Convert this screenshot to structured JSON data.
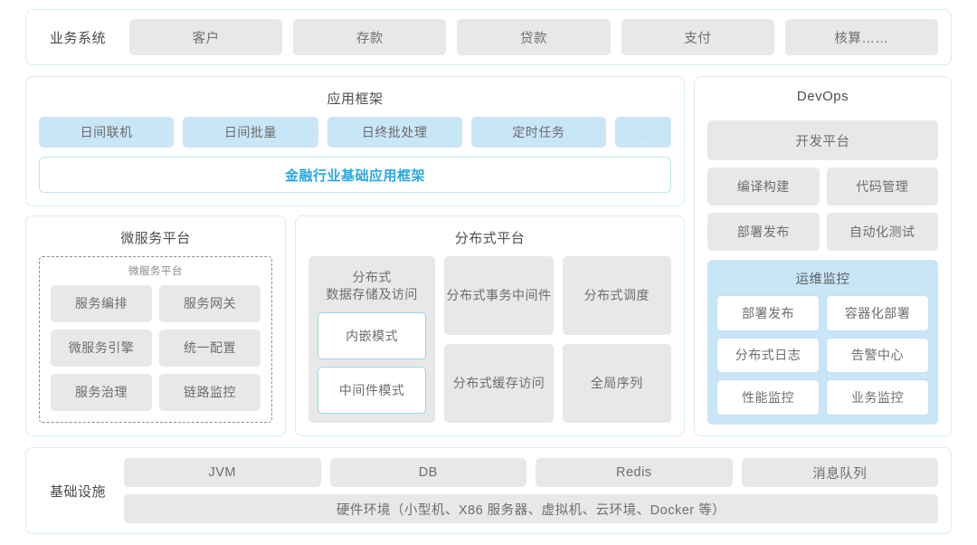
{
  "business_row": {
    "label": "业务系统",
    "items": [
      "客户",
      "存款",
      "贷款",
      "支付",
      "核算……"
    ]
  },
  "app_framework": {
    "title": "应用框架",
    "chips": [
      "日间联机",
      "日间批量",
      "日终批处理",
      "定时任务",
      "..."
    ],
    "banner": "金融行业基础应用框架",
    "banner_color": "#29a8e0"
  },
  "microservice_platform": {
    "title": "微服务平台",
    "inner_title": "微服务平台",
    "tiles": [
      "服务编排",
      "服务网关",
      "微服务引擎",
      "统一配置",
      "服务治理",
      "链路监控"
    ]
  },
  "distributed_platform": {
    "title": "分布式平台",
    "column_a": {
      "title": "分布式\n数据存储及访问",
      "title_line1": "分布式",
      "title_line2": "数据存储及访问",
      "subtiles": [
        "内嵌模式",
        "中间件模式"
      ]
    },
    "column_b": [
      {
        "line1": "分布式",
        "line2": "事务中间件"
      },
      {
        "line1": "分布式",
        "line2": "缓存访问"
      }
    ],
    "column_c": [
      {
        "line1": "分布式调度",
        "line2": ""
      },
      {
        "line1": "全局序列",
        "line2": ""
      }
    ]
  },
  "devops": {
    "title": "DevOps",
    "platform_tile": "开发平台",
    "pair_row1": [
      "编译构建",
      "代码管理"
    ],
    "pair_row2": [
      "部署发布",
      "自动化测试"
    ],
    "ops_monitor": {
      "title": "运维监控",
      "tiles": [
        "部署发布",
        "容器化部署",
        "分布式日志",
        "告警中心",
        "性能监控",
        "业务监控"
      ]
    }
  },
  "infrastructure": {
    "label": "基础设施",
    "items": [
      "JVM",
      "DB",
      "Redis",
      "消息队列"
    ],
    "hardware": "硬件环境（小型机、X86 服务器、虚拟机、云环境、Docker 等）"
  },
  "colors": {
    "card_border": "#d7edf2",
    "gray_tile": "#e8e8e8",
    "blue_chip": "#c9e6f7",
    "accent": "#29a8e0",
    "text": "#6d6d6d"
  }
}
